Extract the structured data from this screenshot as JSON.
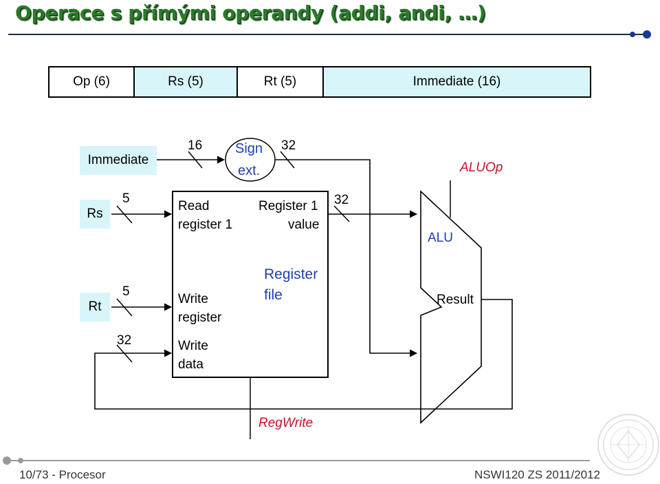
{
  "title": "Operace s přímými operandy (addi, andi, …)",
  "format": {
    "op": "Op (6)",
    "rs": "Rs (5)",
    "rt": "Rt (5)",
    "imm": "Immediate (16)"
  },
  "inputs": {
    "immediate": "Immediate",
    "rs": "Rs",
    "rt": "Rt"
  },
  "widths": {
    "imm_in": "16",
    "sign_out": "32",
    "rs_in": "5",
    "rt_in": "5",
    "wd_in": "32",
    "reg_out": "32"
  },
  "sign_ext": {
    "line1": "Sign",
    "line2": "ext."
  },
  "regfile": {
    "read_reg1_a": "Read",
    "read_reg1_b": "register 1",
    "write_reg_a": "Write",
    "write_reg_b": "register",
    "write_data_a": "Write",
    "write_data_b": "data",
    "out_a": "Register 1",
    "out_b": "value",
    "name_a": "Register",
    "name_b": "file"
  },
  "alu": {
    "name": "ALU",
    "op": "ALUOp",
    "result": "Result"
  },
  "regwrite": "RegWrite",
  "footer": {
    "left": "10/73 - Procesor",
    "right": "NSWI120 ZS 2011/2012"
  },
  "colors": {
    "title_green": "#2a7a2a",
    "accent_blue": "#1f3fb0",
    "control_red": "#c0142a",
    "field_fill": "#d8f5fa"
  }
}
